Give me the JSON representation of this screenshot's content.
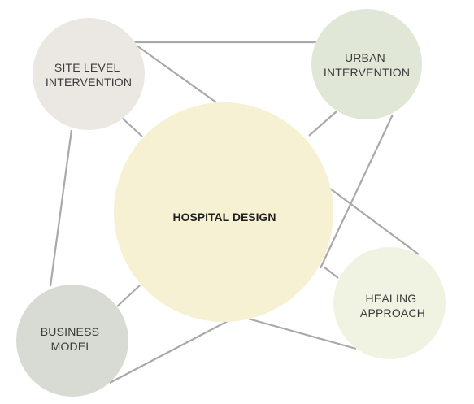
{
  "center": {
    "label": "HOSPITAL DESIGN",
    "color": "#f7f1d4"
  },
  "nodes": {
    "site_level": {
      "label_lines": [
        "SITE LEVEL",
        "INTERVENTION"
      ],
      "color": "#ebe7e3"
    },
    "urban": {
      "label_lines": [
        "URBAN",
        "INTERVENTION"
      ],
      "color": "#e0e7d6"
    },
    "healing": {
      "label_lines": [
        "HEALING",
        "APPROACH"
      ],
      "color": "#f0f3e2"
    },
    "business": {
      "label_lines": [
        "BUSINESS",
        "MODEL"
      ],
      "color": "#d8dbd3"
    }
  },
  "connector_color": "#a9a9a9"
}
